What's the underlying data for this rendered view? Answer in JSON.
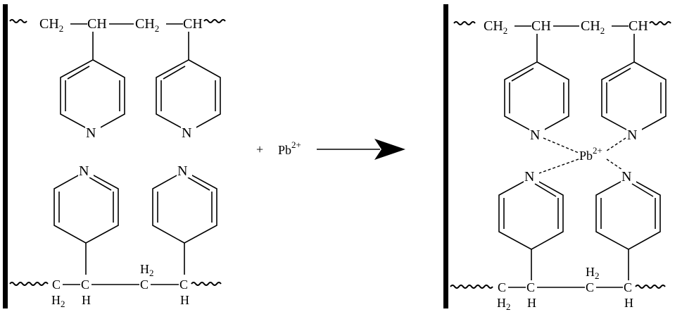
{
  "labels": {
    "ch2": "CH",
    "ch": "CH",
    "h2_sub": "2",
    "c": "C",
    "h": "H",
    "h2": "H",
    "n": "N",
    "plus": "+",
    "pb": "Pb",
    "pb_charge": "2+"
  },
  "colors": {
    "ink": "#000000",
    "background": "#ffffff"
  }
}
